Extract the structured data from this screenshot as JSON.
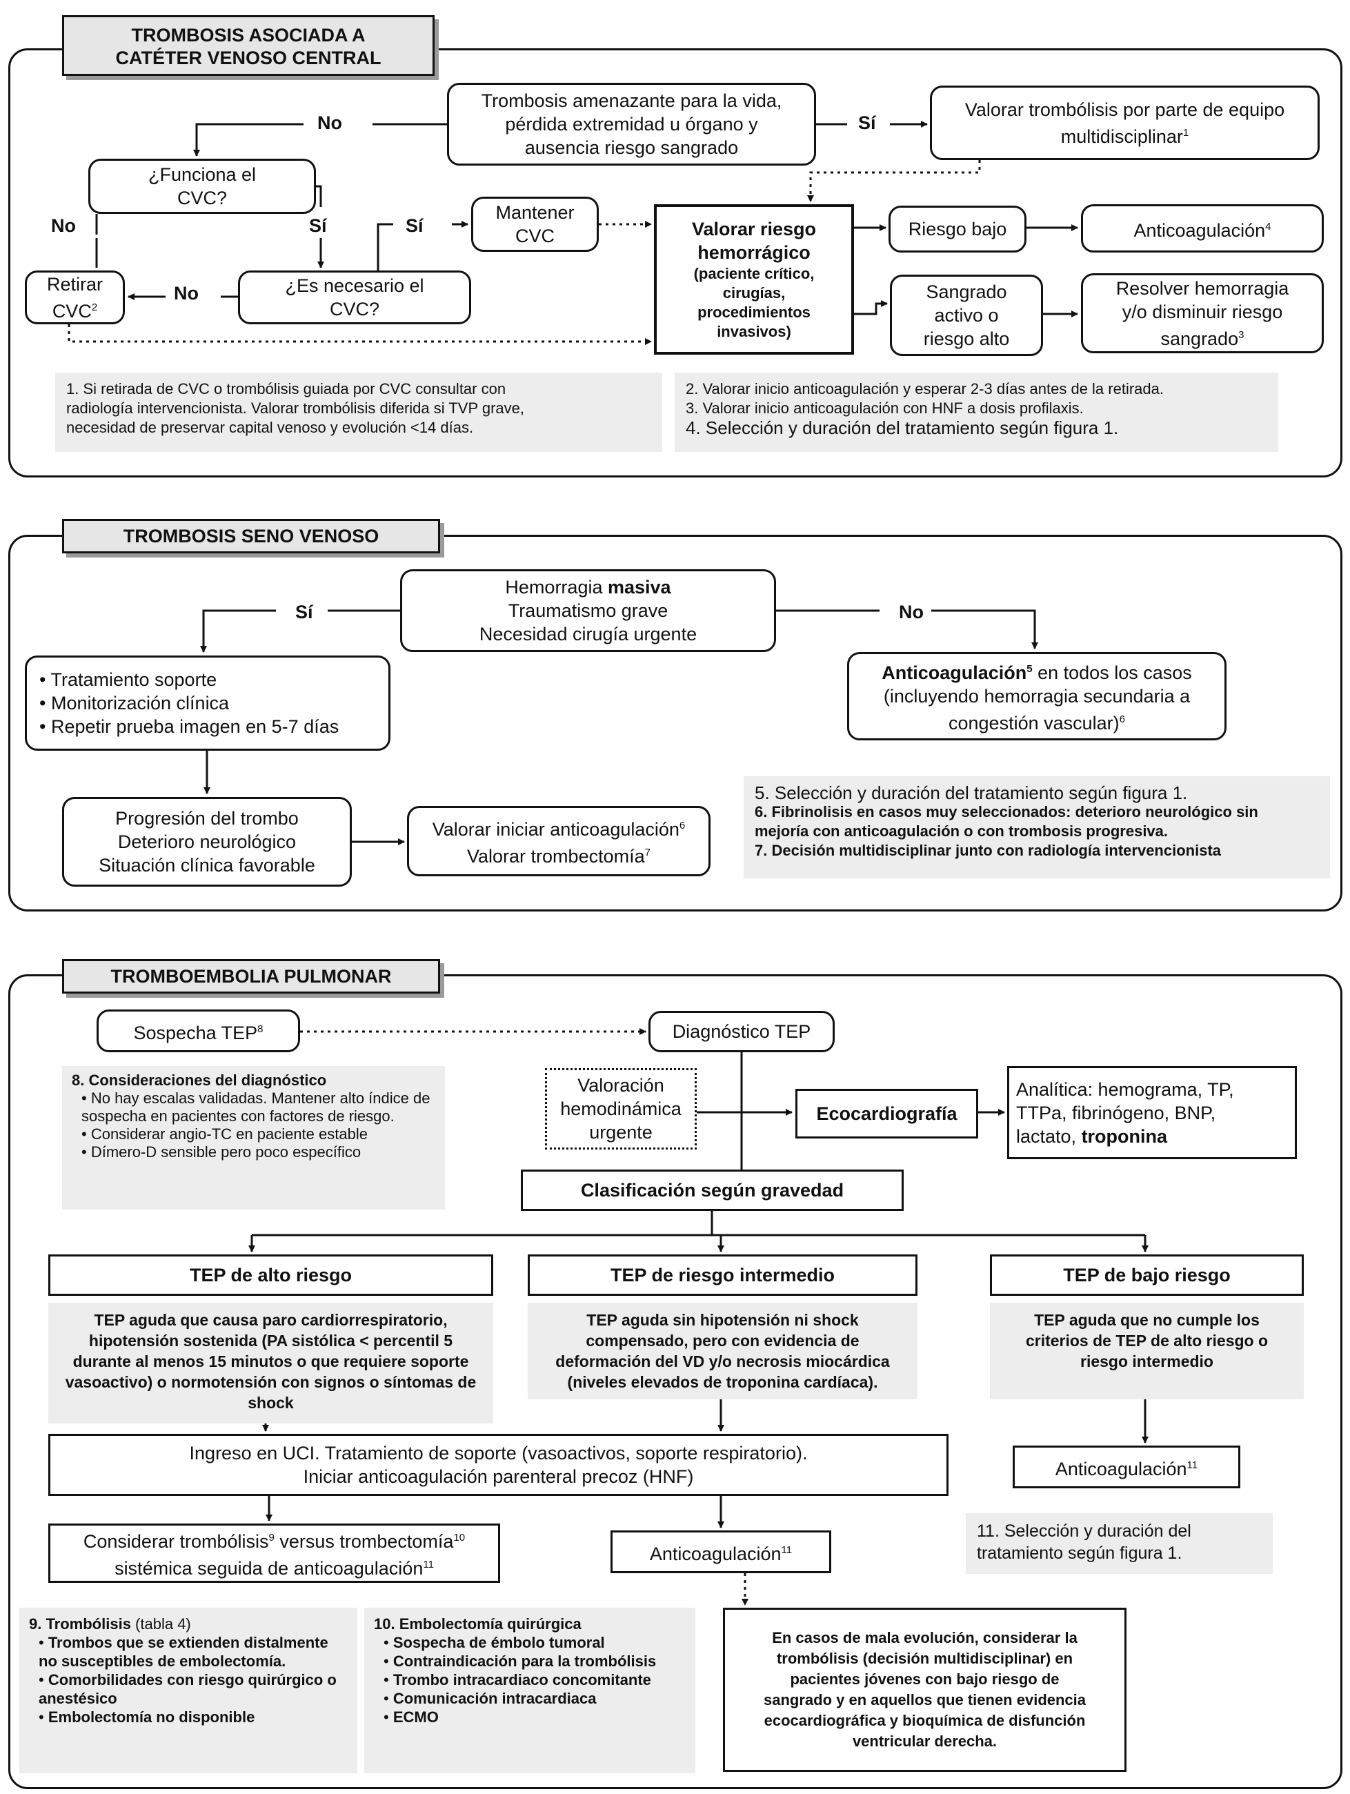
{
  "s1": {
    "title_l1": "TROMBOSIS ASOCIADA A",
    "title_l2": "CATÉTER VENOSO CENTRAL",
    "top_q_l1": "Trombosis amenazante para la vida,",
    "top_q_l2": "pérdida extremidad u órgano y",
    "top_q_l3": "ausencia riesgo sangrado",
    "no_1": "No",
    "si_1": "Sí",
    "trombolisis_l1": "Valorar trombólisis por parte de equipo",
    "trombolisis_l2": "multidisciplinar",
    "trombolisis_sup": "1",
    "funciona_l1": "¿Funciona el",
    "funciona_l2": "CVC?",
    "no_2": "No",
    "si_2": "Sí",
    "necesario_l1": "¿Es necesario el",
    "necesario_l2": "CVC?",
    "si_3": "Sí",
    "no_3": "No",
    "retirar_l1": "Retirar",
    "retirar_l2": "CVC",
    "retirar_sup": "2",
    "mantener_l1": "Mantener",
    "mantener_l2": "CVC",
    "valorar_l1": "Valorar riesgo",
    "valorar_l2": "hemorrágico",
    "valorar_l3": "(paciente crítico,",
    "valorar_l4": "cirugías,",
    "valorar_l5": "procedimientos",
    "valorar_l6": "invasivos)",
    "riesgo_bajo": "Riesgo bajo",
    "anticoag": "Anticoagulación",
    "anticoag_sup": "4",
    "sangrado_l1": "Sangrado",
    "sangrado_l2": "activo o",
    "sangrado_l3": "riesgo alto",
    "resolver_l1": "Resolver hemorragia",
    "resolver_l2": "y/o disminuir riesgo",
    "resolver_l3": "sangrado",
    "resolver_sup": "3",
    "note1_l1": "1. Si retirada de CVC o trombólisis guiada por CVC consultar con",
    "note1_l2": "radiología intervencionista. Valorar trombólisis diferida si TVP grave,",
    "note1_l3": "necesidad de preservar capital venoso y evolución <14 días.",
    "note2_l1": "2. Valorar inicio anticoagulación y esperar 2-3 días antes de la retirada.",
    "note2_l2": "3. Valorar inicio anticoagulación con HNF a dosis profilaxis.",
    "note2_l3": "4. Selección y duración del tratamiento según figura 1."
  },
  "s2": {
    "title": "TROMBOSIS SENO VENOSO",
    "top_l1_a": "Hemorragia ",
    "top_l1_b": "masiva",
    "top_l2": "Traumatismo grave",
    "top_l3": "Necesidad cirugía urgente",
    "si": "Sí",
    "no": "No",
    "soporte_1": "Tratamiento soporte",
    "soporte_2": "Monitorización clínica",
    "soporte_3": "Repetir prueba imagen en 5-7 días",
    "anti_a": "Anticoagulación",
    "anti_sup": "5",
    "anti_b": " en todos los casos",
    "anti_l2": "(incluyendo hemorragia secundaria a",
    "anti_l3": "congestión vascular)",
    "anti_sup2": "6",
    "prog_l1": "Progresión del trombo",
    "prog_l2": "Deterioro neurológico",
    "prog_l3": "Situación clínica favorable",
    "val_l1": "Valorar iniciar anticoagulación",
    "val_sup1": "6",
    "val_l2": "Valorar trombectomía",
    "val_sup2": "7",
    "note_l1": "5. Selección y duración del tratamiento según figura 1.",
    "note_l2": "6. Fibrinolisis en casos muy seleccionados: deterioro neurológico sin",
    "note_l3": "mejoría con anticoagulación o con trombosis progresiva.",
    "note_l4": "7. Decisión multidisciplinar junto con radiología intervencionista"
  },
  "s3": {
    "title": "TROMBOEMBOLIA PULMONAR",
    "sospecha": "Sospecha TEP",
    "sospecha_sup": "8",
    "diagnostico": "Diagnóstico TEP",
    "consid_title": "8. Consideraciones del diagnóstico",
    "consid_1": "No hay escalas validadas. Mantener alto índice de sospecha en pacientes con factores de riesgo.",
    "consid_2": "Considerar angio-TC en paciente estable",
    "consid_3": "Dímero-D sensible pero poco específico",
    "valoracion_l1": "Valoración",
    "valoracion_l2": "hemodinámica",
    "valoracion_l3": "urgente",
    "eco": "Ecocardiografía",
    "analitica_l1": "Analítica: hemograma, TP,",
    "analitica_l2": "TTPa, fibrinógeno, BNP,",
    "analitica_l3a": "lactato, ",
    "analitica_l3b": "troponina",
    "clasif": "Clasificación según gravedad",
    "alto": "TEP de alto riesgo",
    "intermedio": "TEP de riesgo intermedio",
    "bajo": "TEP de bajo riesgo",
    "alto_desc": "TEP aguda que causa paro cardiorrespiratorio, hipotensión sostenida (PA sistólica < percentil 5 durante al menos 15 minutos o que requiere soporte vasoactivo) o normotensión con signos o síntomas de shock",
    "inter_desc": "TEP aguda sin hipotensión ni shock compensado, pero con evidencia de deformación del VD y/o necrosis miocárdica (niveles elevados de troponina cardíaca).",
    "bajo_desc": "TEP aguda que no cumple los criterios de TEP de alto riesgo o riesgo intermedio",
    "uci_l1": "Ingreso en UCI. Tratamiento de soporte (vasoactivos, soporte respiratorio).",
    "uci_l2": "Iniciar anticoagulación parenteral precoz (HNF)",
    "considerar_l1a": "Considerar trombólisis",
    "considerar_sup1": "9",
    "considerar_l1b": " versus trombectomía",
    "considerar_sup2": "10",
    "considerar_l2": "sistémica seguida de anticoagulación",
    "considerar_sup3": "11",
    "anticoag_mid": "Anticoagulación",
    "anticoag_mid_sup": "11",
    "anticoag_right": "Anticoagulación",
    "anticoag_right_sup": "11",
    "note11_l1": "11. Selección y duración del",
    "note11_l2": "tratamiento según figura 1.",
    "tromb_title_a": "9. Trombólisis",
    "tromb_title_b": " (tabla 4)",
    "tromb_1": "Trombos que se extienden distalmente no susceptibles de embolectomía.",
    "tromb_2": "Comorbilidades con riesgo quirúrgico o anestésico",
    "tromb_3": "Embolectomía no disponible",
    "embol_title": "10. Embolectomía quirúrgica",
    "embol_1": "Sospecha de émbolo tumoral",
    "embol_2": "Contraindicación para la trombólisis",
    "embol_3": "Trombo intracardiaco concomitante",
    "embol_4": "Comunicación intracardiaca",
    "embol_5": "ECMO",
    "mala_l1": "En casos de mala evolución, considerar la",
    "mala_l2": "trombólisis (decisión multidisciplinar) en",
    "mala_l3": "pacientes jóvenes con bajo riesgo de",
    "mala_l4": "sangrado y en aquellos que tienen evidencia",
    "mala_l5": "ecocardiográfica y bioquímica de disfunción",
    "mala_l6": "ventricular derecha."
  }
}
